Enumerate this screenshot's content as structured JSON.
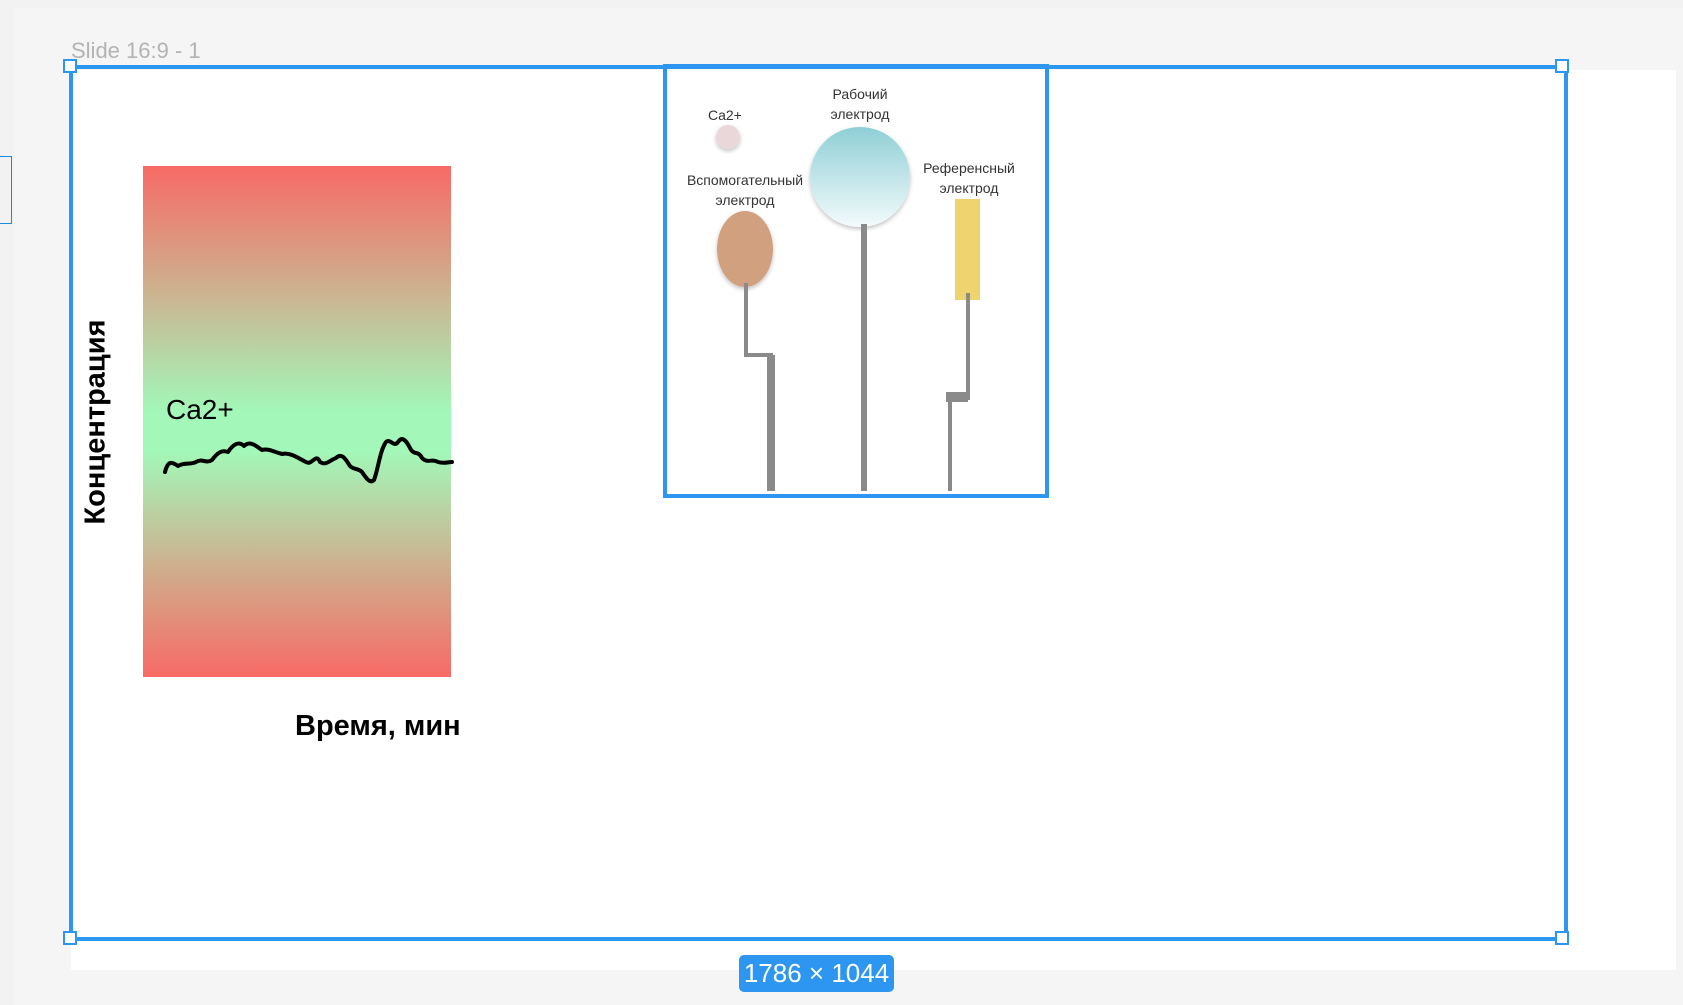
{
  "frame": {
    "title": "Slide 16:9 - 1",
    "size_label": "1786 × 1044"
  },
  "chart": {
    "ion_label": "Ca2+",
    "y_label": "Концентрация",
    "x_label": "Время, мин",
    "gradient_colors": [
      "#f86a66",
      "#a3f7b8",
      "#f86a66"
    ]
  },
  "electrodes": {
    "ion": "Ca2+",
    "working_line1": "Рабочий",
    "working_line2": "электрод",
    "auxiliary_line1": "Вспомогательный",
    "auxiliary_line2": "электрод",
    "reference_line1": "Референсный",
    "reference_line2": "электрод"
  },
  "colors": {
    "selection": "#2d96f0",
    "working_electrode": "#8fcfd6",
    "auxiliary_electrode": "#d1a07f",
    "reference_electrode": "#eed36f",
    "ion": "#ead7da",
    "wire": "#8a8a8a"
  }
}
